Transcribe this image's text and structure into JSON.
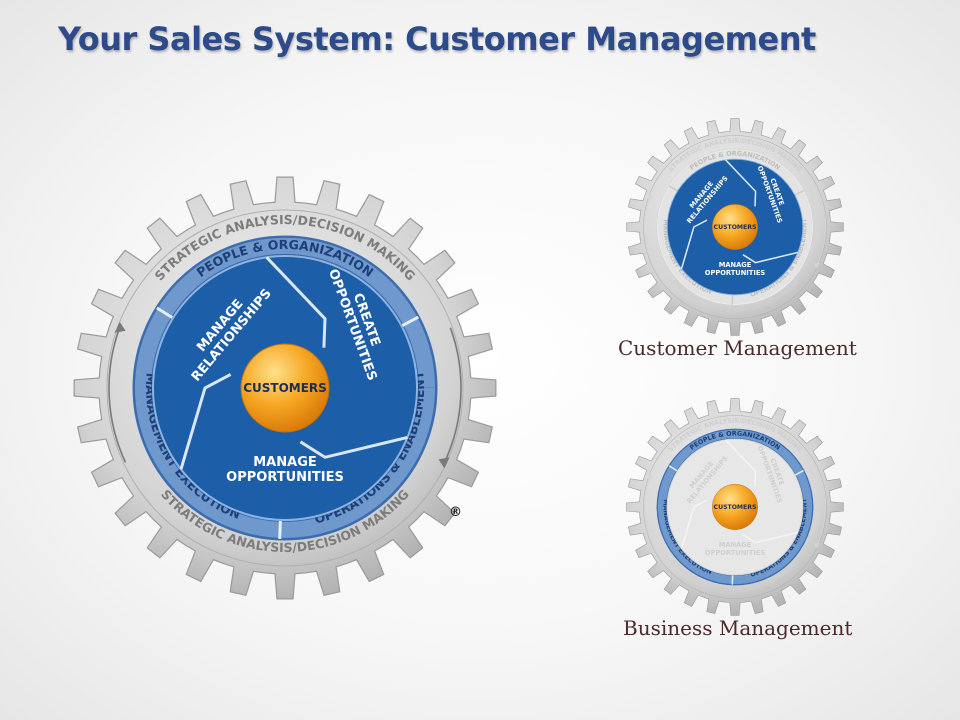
{
  "slide": {
    "title": "Your Sales System: Customer Management"
  },
  "colors": {
    "title": "#2d4a8a",
    "gear_silver": "#c9c9c9",
    "ring_light_blue": "#6f98cc",
    "core_dark_blue": "#1d5ea8",
    "center_orange": "#f39a1c",
    "caption": "#4a2a2a"
  },
  "model": {
    "outer_ring_top": "STRATEGIC ANALYSIS/DECISION MAKING",
    "outer_ring_bottom": "STRATEGIC ANALYSIS/DECISION MAKING",
    "middle_ring_top": "PEOPLE & ORGANIZATION",
    "middle_ring_left": "MANAGEMENT EXECUTION",
    "middle_ring_right": "OPERATIONS & ENABLEMENT",
    "segment_left": [
      "MANAGE",
      "RELATIONSHIPS"
    ],
    "segment_right": [
      "CREATE",
      "OPPORTUNITIES"
    ],
    "segment_bottom": [
      "MANAGE",
      "OPPORTUNITIES"
    ],
    "center": "CUSTOMERS",
    "registered_mark": "®"
  },
  "thumbnails": [
    {
      "caption": "Customer Management",
      "highlight": "core"
    },
    {
      "caption": "Business Management",
      "highlight": "ring"
    }
  ]
}
